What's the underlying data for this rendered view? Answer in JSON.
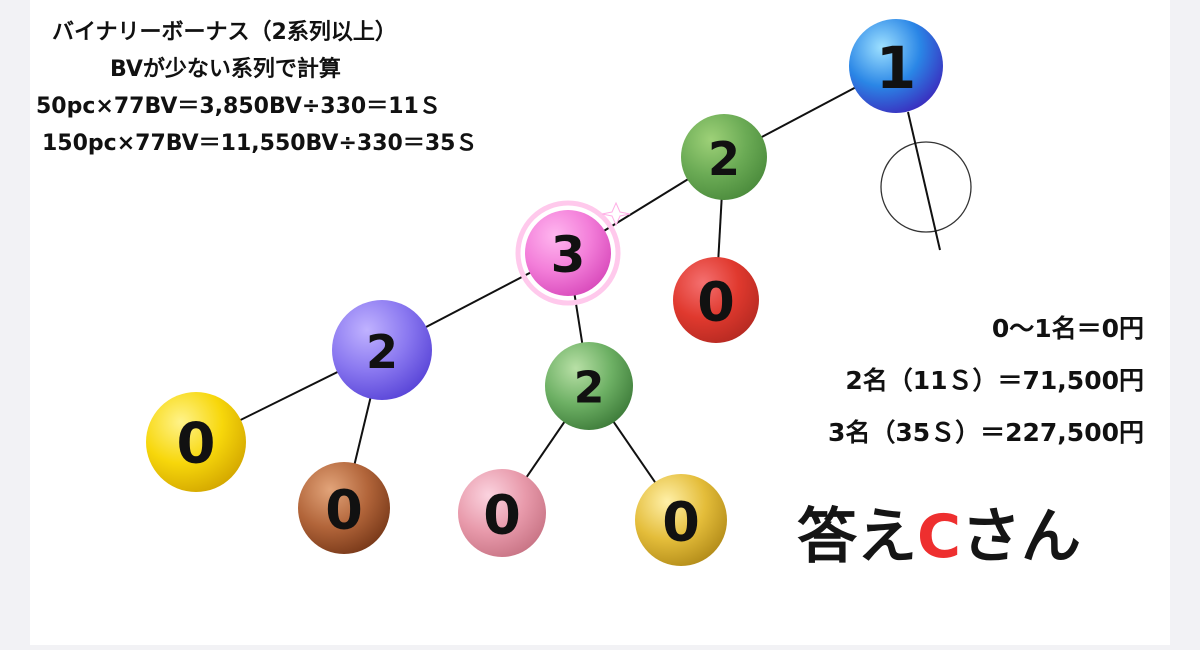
{
  "calc": {
    "line1": "バイナリーボーナス（2系列以上）",
    "line2": "BVが少ない系列で計算",
    "line3": "50pc×77BV＝3,850BV÷330＝11Ｓ",
    "line4": "150pc×77BV＝11,550BV÷330＝35Ｓ"
  },
  "payouts": [
    "0〜1名＝0円",
    "2名（11Ｓ）＝71,500円",
    "3名（35Ｓ）＝227,500円"
  ],
  "answer": {
    "prefix": "答え",
    "highlight": "C",
    "suffix": "さん"
  },
  "tree": {
    "nodes": [
      {
        "id": "n1",
        "label": "1",
        "style": "blue"
      },
      {
        "id": "n2",
        "label": "2",
        "style": "green"
      },
      {
        "id": "n3",
        "label": "3",
        "style": "pink"
      },
      {
        "id": "n4",
        "label": "0",
        "style": "red"
      },
      {
        "id": "n5",
        "label": "2",
        "style": "purple"
      },
      {
        "id": "n6",
        "label": "2",
        "style": "jade"
      },
      {
        "id": "n7",
        "label": "0",
        "style": "yellow"
      },
      {
        "id": "n8",
        "label": "0",
        "style": "brown"
      },
      {
        "id": "n9",
        "label": "0",
        "style": "rose"
      },
      {
        "id": "n10",
        "label": "0",
        "style": "gold"
      }
    ],
    "edges": [
      [
        "n1",
        "n2"
      ],
      [
        "n2",
        "n3"
      ],
      [
        "n2",
        "n4"
      ],
      [
        "n3",
        "n5"
      ],
      [
        "n3",
        "n6"
      ],
      [
        "n5",
        "n7"
      ],
      [
        "n5",
        "n8"
      ],
      [
        "n6",
        "n9"
      ],
      [
        "n6",
        "n10"
      ]
    ],
    "colors": {
      "blue": [
        "#9de0ff",
        "#2a86e6",
        "#3a2fbf"
      ],
      "green": [
        "#9ed178",
        "#6bab55",
        "#4c8c3d"
      ],
      "pink": [
        "#ffb6ef",
        "#f37ed9",
        "#d94cbc"
      ],
      "red": [
        "#f47070",
        "#e0392e",
        "#b72a22"
      ],
      "purple": [
        "#c0b2ff",
        "#8a78f0",
        "#5a46d8"
      ],
      "jade": [
        "#b8e0a6",
        "#6db064",
        "#3f7d3b"
      ],
      "yellow": [
        "#fff38a",
        "#f7d70b",
        "#d4a800"
      ],
      "brown": [
        "#e2a47a",
        "#b2653a",
        "#7a3a1a"
      ],
      "rose": [
        "#fbd3df",
        "#e89aab",
        "#c97586"
      ],
      "gold": [
        "#fff0a8",
        "#e4bd3a",
        "#b48d1a"
      ]
    }
  }
}
